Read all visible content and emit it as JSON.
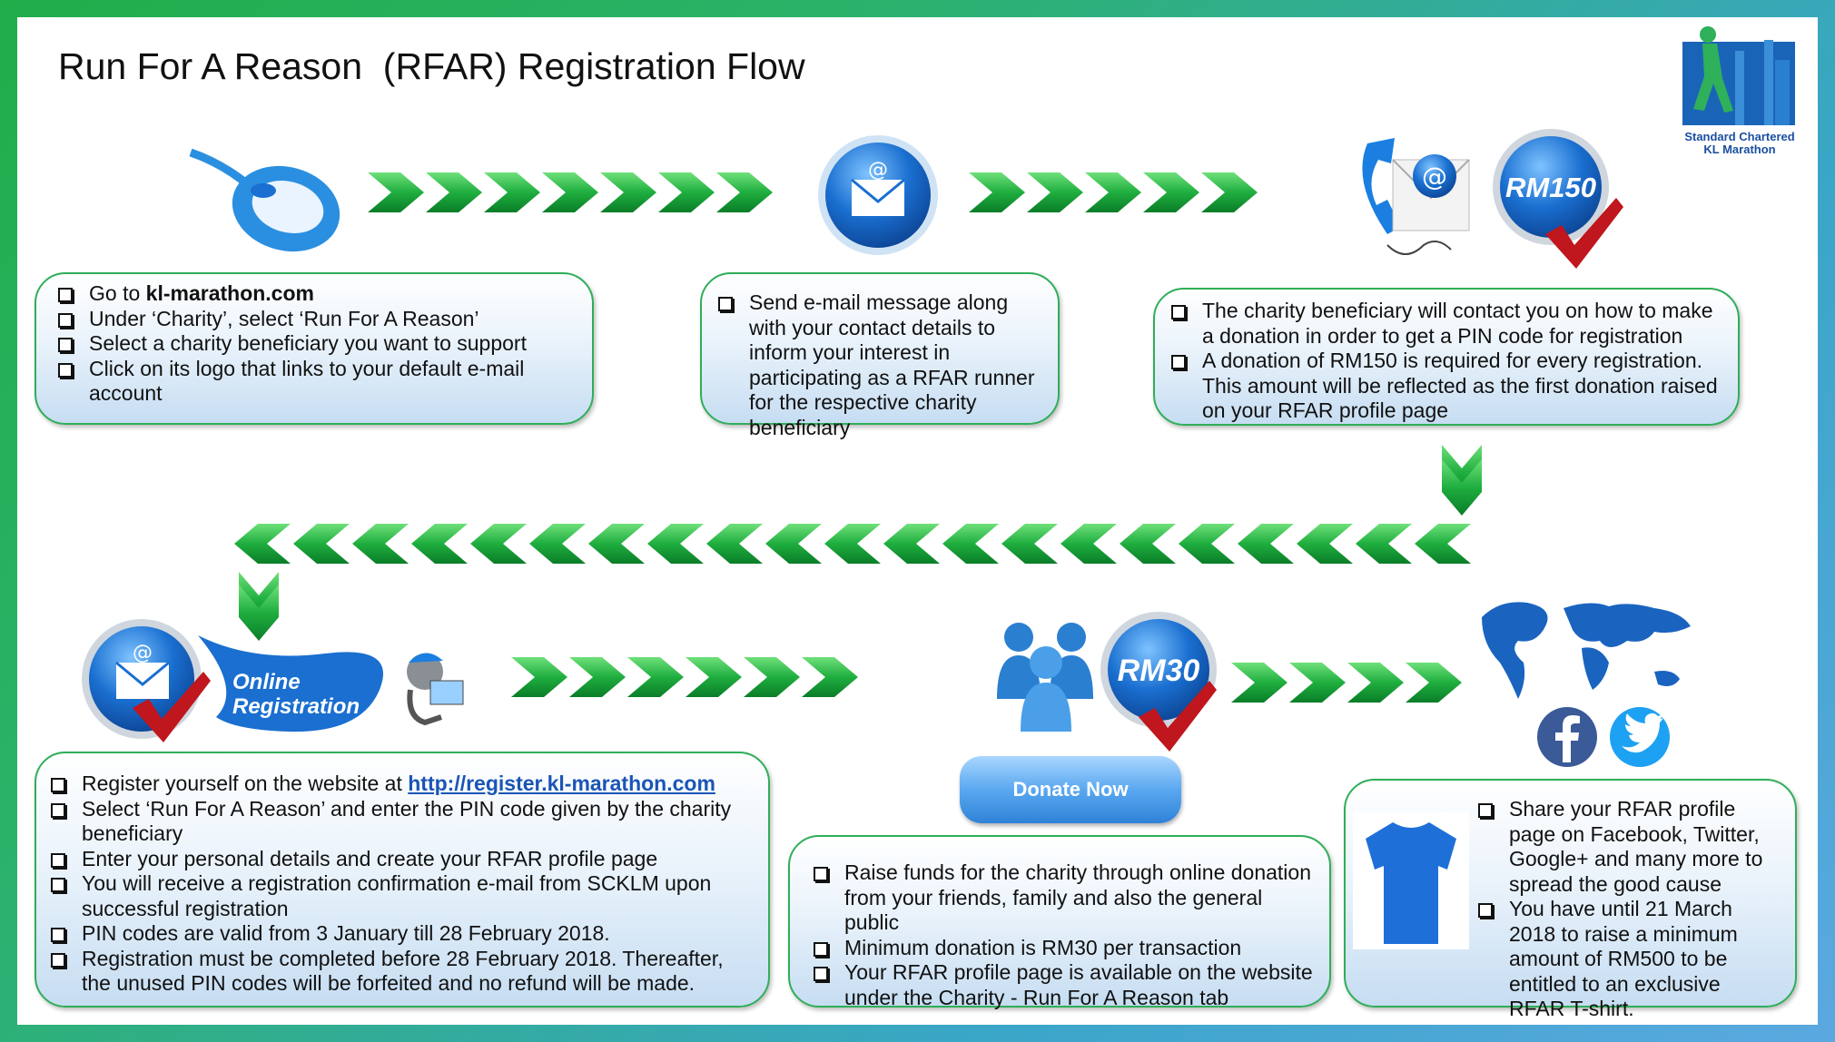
{
  "title": "Run For A Reason  (RFAR) Registration Flow",
  "logo": {
    "line1": "Standard Chartered",
    "line2": "KL Marathon"
  },
  "step1": {
    "items": [
      {
        "pre": "Go to ",
        "bold": "kl-marathon.com"
      },
      {
        "text": "Under ‘Charity’, select ‘Run For A Reason’"
      },
      {
        "text": "Select a charity beneficiary you want to support"
      },
      {
        "text": "Click on its logo that links to your default e-mail account"
      }
    ]
  },
  "step2": {
    "items": [
      {
        "text": "Send e-mail message along with your contact details to inform your interest in participating as a RFAR runner for the respective charity beneficiary"
      }
    ]
  },
  "step3": {
    "badge": "RM150",
    "items": [
      {
        "text": "The charity beneficiary will contact you on how to make a donation in order to get a PIN code for registration"
      },
      {
        "text": "A donation of RM150 is required for every registration. This amount will be reflected as the first donation raised on your RFAR profile page"
      }
    ]
  },
  "step4": {
    "banner": {
      "line1": "Online",
      "line2": "Registration"
    },
    "items": [
      {
        "pre": "Register yourself on the website at ",
        "link": "http://register.kl-marathon.com"
      },
      {
        "text": "Select ‘Run For A Reason’ and enter the PIN code given by the charity beneficiary"
      },
      {
        "text": "Enter your personal details and create your RFAR profile page"
      },
      {
        "text": "You will receive a registration confirmation e-mail from SCKLM upon successful registration"
      },
      {
        "text": "PIN codes are valid from 3 January till 28 February 2018."
      },
      {
        "text": "Registration must be completed before 28 February 2018. Thereafter, the unused PIN codes will be forfeited and no refund will be made."
      }
    ]
  },
  "step5": {
    "badge": "RM30",
    "donate_button": "Donate Now",
    "items": [
      {
        "text": "Raise funds for the charity through online donation from your friends, family and also the general public"
      },
      {
        "text": "Minimum donation is RM30 per transaction"
      },
      {
        "text": "Your RFAR profile page is available on the website under the Charity - Run For A Reason tab"
      }
    ]
  },
  "step6": {
    "items": [
      {
        "text": "Share your RFAR profile page on Facebook, Twitter, Google+ and many more to spread the good cause"
      },
      {
        "text": "You have until 21 March 2018 to raise a minimum amount of RM500 to be entitled to an exclusive RFAR T-shirt."
      }
    ]
  },
  "colors": {
    "arrow": "#1fae3f",
    "box_border": "#2fae58",
    "icon_blue": "#1a6fd0",
    "check_red": "#c0161d"
  },
  "icons": [
    "mouse-icon",
    "email-icon",
    "phone-mail-icon",
    "check-icon",
    "people-icon",
    "world-map-icon",
    "facebook-icon",
    "twitter-icon",
    "tshirt-icon",
    "runner-mascot-icon"
  ]
}
